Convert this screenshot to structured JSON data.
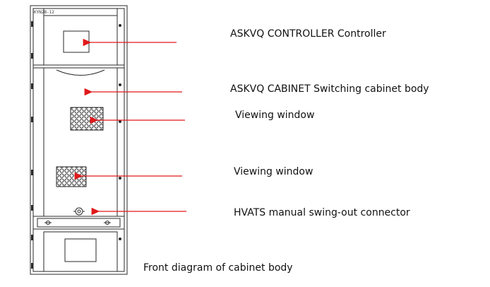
{
  "cabinet": {
    "model_label": "KYN28-12",
    "door_badge": "",
    "outline_color": "#2a2a2a"
  },
  "callouts": [
    {
      "id": "controller",
      "label": "ASKVQ CONTROLLER Controller"
    },
    {
      "id": "cabinet-body",
      "label": "ASKVQ CABINET Switching cabinet body"
    },
    {
      "id": "viewing-window-upper",
      "label": "Viewing window"
    },
    {
      "id": "viewing-window-lower",
      "label": "Viewing window"
    },
    {
      "id": "swing-out-connector",
      "label": "HVATS manual swing-out connector"
    }
  ],
  "caption": "Front diagram of cabinet body",
  "colors": {
    "arrow": "#e0191b",
    "badge": "#d23a3a"
  }
}
